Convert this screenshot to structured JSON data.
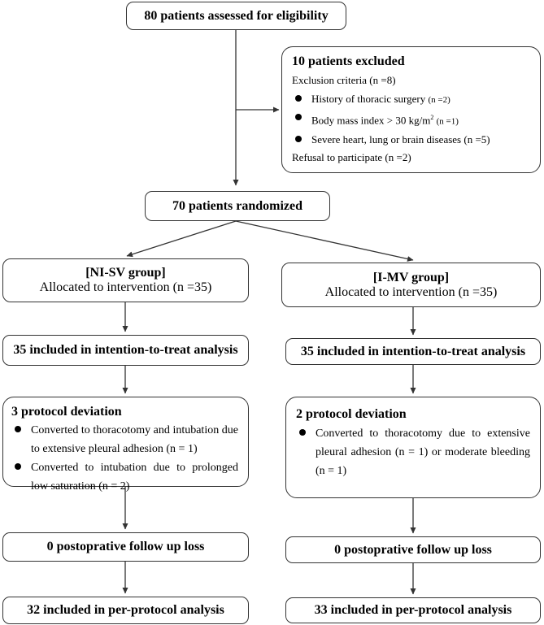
{
  "assessed": "80 patients assessed for eligibility",
  "excluded": {
    "title": "10 patients excluded",
    "criteria_label": "Exclusion criteria (n =8)",
    "items": [
      {
        "pre": "History of thoracic surgery",
        "post": "(n =2)"
      },
      {
        "pre": "Body mass index > 30 kg/m",
        "sup": "2",
        "post": "(n =1)"
      },
      {
        "pre": "Severe heart, lung or brain diseases",
        "post": "(n =5)"
      }
    ],
    "refusal": "Refusal  to participate (n =2)"
  },
  "randomized": "70 patients randomized",
  "left": {
    "group": "[NI-SV group]",
    "allocated": "Allocated to intervention (n =35)",
    "itt": "35 included in intention-to-treat analysis",
    "deviation_title": "3 protocol deviation",
    "deviation_items": [
      "Converted to thoracotomy and intubation due to extensive pleural adhesion (n = 1)",
      "Converted to intubation due to prolonged low saturation  (n = 2)"
    ],
    "followup": "0 postoprative  follow up loss",
    "pp": "32 included in per-protocol analysis"
  },
  "right": {
    "group": "[I-MV group]",
    "allocated": "Allocated to intervention (n =35)",
    "itt": "35 included in intention-to-treat analysis",
    "deviation_title": "2  protocol deviation",
    "deviation_items": [
      "Converted to thoracotomy due to extensive pleural adhesion (n = 1) or moderate bleeding (n = 1)"
    ],
    "followup": "0 postoprative  follow up loss",
    "pp": "33 included in per-protocol analysis"
  }
}
